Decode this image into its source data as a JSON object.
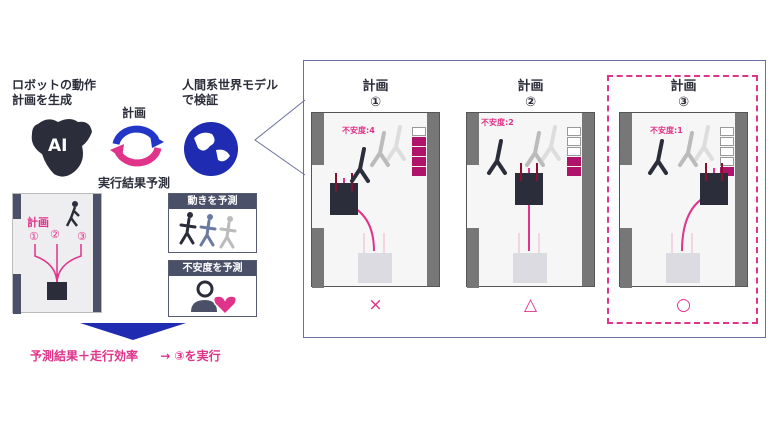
{
  "left": {
    "ai_caption": [
      "ロボットの動作",
      "計画を生成"
    ],
    "ai_label": "AI",
    "world_caption": [
      "人間系世界モデル",
      "で検証"
    ],
    "cycle_top": "計画",
    "cycle_bottom": "実行結果予測",
    "plan_label": "計画",
    "plan_numbers": [
      "①",
      "②",
      "③"
    ],
    "predict_motion": "動きを予測",
    "predict_anxiety": "不安度を予測",
    "result": "予測結果＋走行効率",
    "result_arrow": "→ ③を実行"
  },
  "plans": [
    {
      "title": "計画",
      "number": "①",
      "anxiety": "不安度:4",
      "level": 4,
      "verdict": "×"
    },
    {
      "title": "計画",
      "number": "②",
      "anxiety": "不安度:2",
      "level": 2,
      "verdict": "△"
    },
    {
      "title": "計画",
      "number": "③",
      "anxiety": "不安度:1",
      "level": 1,
      "verdict": "○"
    }
  ],
  "colors": {
    "accent": "#e0338a",
    "navy": "#1f2bb0",
    "dark": "#2b2d3a"
  }
}
